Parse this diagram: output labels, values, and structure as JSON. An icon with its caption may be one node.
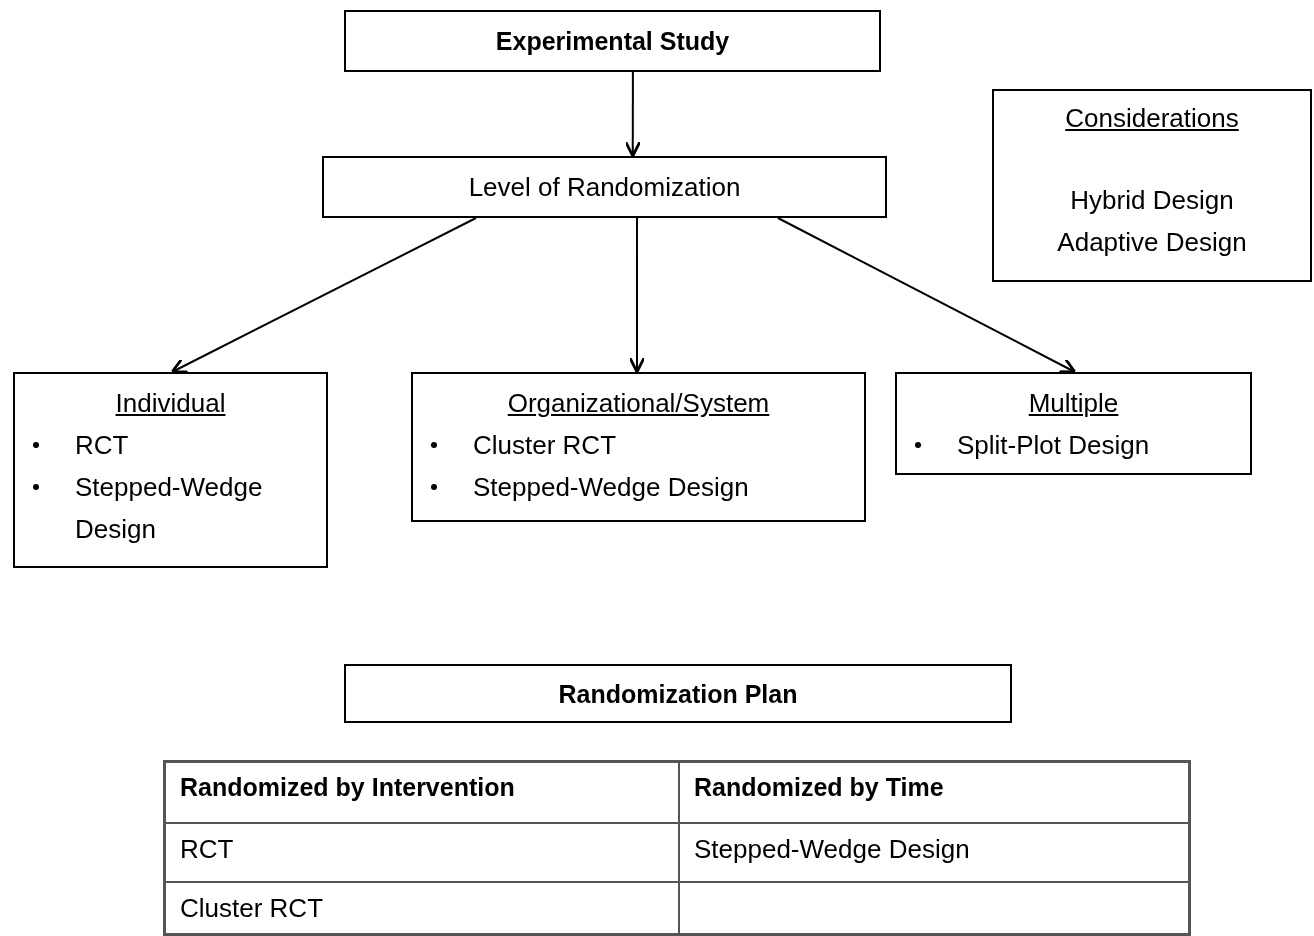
{
  "diagram": {
    "nodes": [
      {
        "text": [
          "Experimental Study"
        ]
      },
      {
        "text": [
          "Level of Randomization"
        ]
      },
      {
        "text": [
          "Considerations",
          "Hybrid Design",
          "Adaptive Design"
        ]
      },
      {
        "text": [
          "Individual",
          "RCT",
          "Stepped-Wedge Design"
        ]
      },
      {
        "text": [
          "Organizational/System",
          "Cluster RCT",
          "Stepped-Wedge Design"
        ]
      },
      {
        "text": [
          "Multiple",
          "Split-Plot Design"
        ]
      },
      {
        "text": [
          "Randomization Plan"
        ]
      }
    ],
    "edges": [
      {
        "from": 0,
        "to": 1,
        "arrow": "to"
      },
      {
        "from": 1,
        "to": 3,
        "arrow": "to"
      },
      {
        "from": 1,
        "to": 4,
        "arrow": "to"
      },
      {
        "from": 1,
        "to": 5,
        "arrow": "to"
      }
    ],
    "labels": [
      "Randomized by Intervention",
      "Randomized by Time",
      "RCT",
      "Stepped-Wedge Design",
      "Cluster RCT"
    ]
  }
}
